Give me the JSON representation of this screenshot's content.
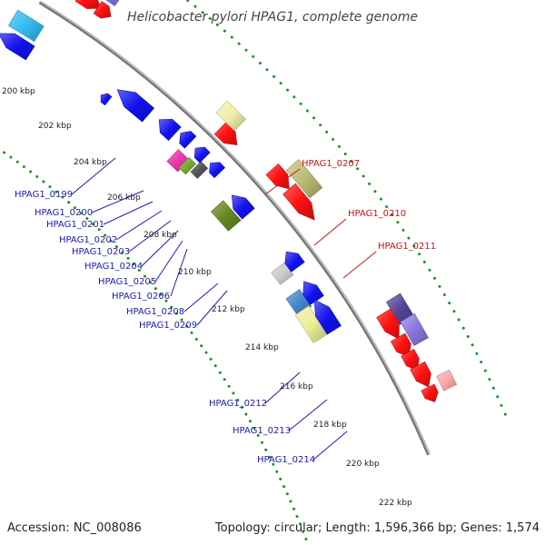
{
  "title": "Helicobacter pylori HPAG1, complete genome",
  "footer": {
    "accession": "Accession: NC_008086",
    "topology": "Topology: circular; Length: 1,596,366 bp; Genes: 1,574"
  },
  "colors": {
    "forward": "#ff1111",
    "reverse": "#1111ee",
    "backbone": "#999999",
    "ticks": "#119911",
    "label_blue": "#1a1ab5",
    "label_red": "#cc1111"
  },
  "kbp_ticks": [
    {
      "label": "200 kbp",
      "kb": 200
    },
    {
      "label": "202 kbp",
      "kb": 202
    },
    {
      "label": "204 kbp",
      "kb": 204
    },
    {
      "label": "206 kbp",
      "kb": 206
    },
    {
      "label": "208 kbp",
      "kb": 208
    },
    {
      "label": "210 kbp",
      "kb": 210
    },
    {
      "label": "212 kbp",
      "kb": 212
    },
    {
      "label": "214 kbp",
      "kb": 214
    },
    {
      "label": "216 kbp",
      "kb": 216
    },
    {
      "label": "218 kbp",
      "kb": 218
    },
    {
      "label": "220 kbp",
      "kb": 220
    },
    {
      "label": "222 kbp",
      "kb": 222
    }
  ],
  "gene_labels_blue": [
    "HPAG1_0199",
    "HPAG1_0200",
    "HPAG1_0201",
    "HPAG1_0202",
    "HPAG1_0203",
    "HPAG1_0204",
    "HPAG1_0205",
    "HPAG1_0206",
    "HPAG1_0208",
    "HPAG1_0209",
    "HPAG1_0212",
    "HPAG1_0213",
    "HPAG1_0214"
  ],
  "gene_labels_red": [
    "HPAG1_0207",
    "HPAG1_0210",
    "HPAG1_0211"
  ]
}
